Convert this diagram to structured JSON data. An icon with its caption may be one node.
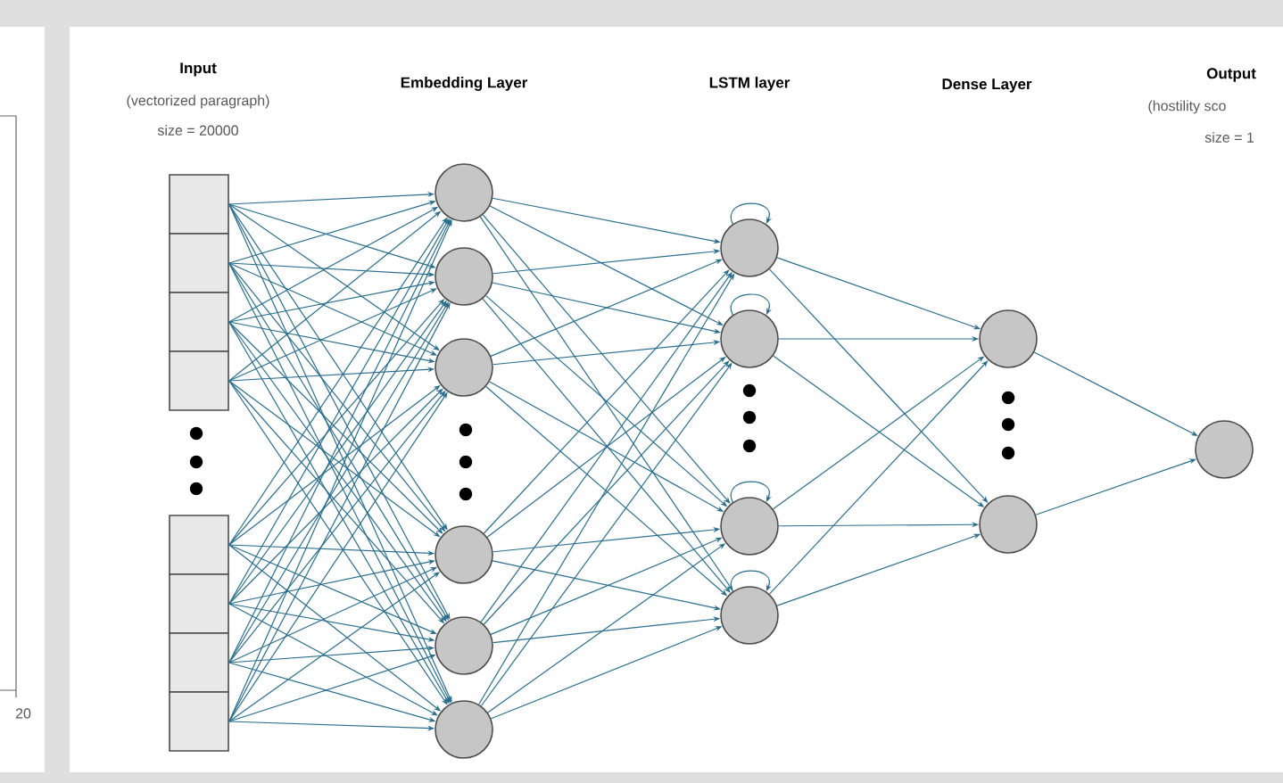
{
  "diagram": {
    "nodes": [
      {
        "text": [],
        "shape": "box"
      },
      {
        "text": [],
        "shape": "box"
      },
      {
        "text": [],
        "shape": "box"
      },
      {
        "text": [],
        "shape": "box"
      },
      {
        "text": [],
        "shape": "box"
      },
      {
        "text": [],
        "shape": "box"
      },
      {
        "text": [],
        "shape": "box"
      },
      {
        "text": [],
        "shape": "box"
      },
      {
        "text": [],
        "shape": "circle"
      },
      {
        "text": [],
        "shape": "circle"
      },
      {
        "text": [],
        "shape": "circle"
      },
      {
        "text": [],
        "shape": "circle"
      },
      {
        "text": [],
        "shape": "circle"
      },
      {
        "text": [],
        "shape": "circle"
      },
      {
        "text": [],
        "shape": "circle"
      },
      {
        "text": [],
        "shape": "circle"
      },
      {
        "text": [],
        "shape": "circle"
      },
      {
        "text": [],
        "shape": "circle"
      },
      {
        "text": [],
        "shape": "circle"
      },
      {
        "text": [],
        "shape": "circle"
      },
      {
        "text": [],
        "shape": "circle"
      }
    ],
    "edges": [
      {
        "from": 0,
        "to": 8,
        "arrow": "to"
      },
      {
        "from": 0,
        "to": 9,
        "arrow": "to"
      },
      {
        "from": 0,
        "to": 10,
        "arrow": "to"
      },
      {
        "from": 0,
        "to": 11,
        "arrow": "to"
      },
      {
        "from": 0,
        "to": 12,
        "arrow": "to"
      },
      {
        "from": 0,
        "to": 13,
        "arrow": "to"
      },
      {
        "from": 1,
        "to": 8,
        "arrow": "to"
      },
      {
        "from": 1,
        "to": 9,
        "arrow": "to"
      },
      {
        "from": 1,
        "to": 10,
        "arrow": "to"
      },
      {
        "from": 1,
        "to": 11,
        "arrow": "to"
      },
      {
        "from": 1,
        "to": 12,
        "arrow": "to"
      },
      {
        "from": 1,
        "to": 13,
        "arrow": "to"
      },
      {
        "from": 2,
        "to": 8,
        "arrow": "to"
      },
      {
        "from": 2,
        "to": 9,
        "arrow": "to"
      },
      {
        "from": 2,
        "to": 10,
        "arrow": "to"
      },
      {
        "from": 2,
        "to": 11,
        "arrow": "to"
      },
      {
        "from": 2,
        "to": 12,
        "arrow": "to"
      },
      {
        "from": 2,
        "to": 13,
        "arrow": "to"
      },
      {
        "from": 3,
        "to": 8,
        "arrow": "to"
      },
      {
        "from": 3,
        "to": 9,
        "arrow": "to"
      },
      {
        "from": 3,
        "to": 10,
        "arrow": "to"
      },
      {
        "from": 3,
        "to": 11,
        "arrow": "to"
      },
      {
        "from": 3,
        "to": 12,
        "arrow": "to"
      },
      {
        "from": 3,
        "to": 13,
        "arrow": "to"
      },
      {
        "from": 4,
        "to": 8,
        "arrow": "to"
      },
      {
        "from": 4,
        "to": 9,
        "arrow": "to"
      },
      {
        "from": 4,
        "to": 10,
        "arrow": "to"
      },
      {
        "from": 4,
        "to": 11,
        "arrow": "to"
      },
      {
        "from": 4,
        "to": 12,
        "arrow": "to"
      },
      {
        "from": 4,
        "to": 13,
        "arrow": "to"
      },
      {
        "from": 5,
        "to": 8,
        "arrow": "to"
      },
      {
        "from": 5,
        "to": 9,
        "arrow": "to"
      },
      {
        "from": 5,
        "to": 10,
        "arrow": "to"
      },
      {
        "from": 5,
        "to": 11,
        "arrow": "to"
      },
      {
        "from": 5,
        "to": 12,
        "arrow": "to"
      },
      {
        "from": 5,
        "to": 13,
        "arrow": "to"
      },
      {
        "from": 6,
        "to": 8,
        "arrow": "to"
      },
      {
        "from": 6,
        "to": 9,
        "arrow": "to"
      },
      {
        "from": 6,
        "to": 10,
        "arrow": "to"
      },
      {
        "from": 6,
        "to": 11,
        "arrow": "to"
      },
      {
        "from": 6,
        "to": 12,
        "arrow": "to"
      },
      {
        "from": 6,
        "to": 13,
        "arrow": "to"
      },
      {
        "from": 7,
        "to": 8,
        "arrow": "to"
      },
      {
        "from": 7,
        "to": 9,
        "arrow": "to"
      },
      {
        "from": 7,
        "to": 10,
        "arrow": "to"
      },
      {
        "from": 7,
        "to": 11,
        "arrow": "to"
      },
      {
        "from": 7,
        "to": 12,
        "arrow": "to"
      },
      {
        "from": 7,
        "to": 13,
        "arrow": "to"
      },
      {
        "from": 8,
        "to": 14,
        "arrow": "to"
      },
      {
        "from": 8,
        "to": 15,
        "arrow": "to"
      },
      {
        "from": 8,
        "to": 16,
        "arrow": "to"
      },
      {
        "from": 8,
        "to": 17,
        "arrow": "to"
      },
      {
        "from": 9,
        "to": 14,
        "arrow": "to"
      },
      {
        "from": 9,
        "to": 15,
        "arrow": "to"
      },
      {
        "from": 9,
        "to": 16,
        "arrow": "to"
      },
      {
        "from": 9,
        "to": 17,
        "arrow": "to"
      },
      {
        "from": 10,
        "to": 14,
        "arrow": "to"
      },
      {
        "from": 10,
        "to": 15,
        "arrow": "to"
      },
      {
        "from": 10,
        "to": 16,
        "arrow": "to"
      },
      {
        "from": 10,
        "to": 17,
        "arrow": "to"
      },
      {
        "from": 11,
        "to": 14,
        "arrow": "to"
      },
      {
        "from": 11,
        "to": 15,
        "arrow": "to"
      },
      {
        "from": 11,
        "to": 16,
        "arrow": "to"
      },
      {
        "from": 11,
        "to": 17,
        "arrow": "to"
      },
      {
        "from": 12,
        "to": 14,
        "arrow": "to"
      },
      {
        "from": 12,
        "to": 15,
        "arrow": "to"
      },
      {
        "from": 12,
        "to": 16,
        "arrow": "to"
      },
      {
        "from": 12,
        "to": 17,
        "arrow": "to"
      },
      {
        "from": 13,
        "to": 14,
        "arrow": "to"
      },
      {
        "from": 13,
        "to": 15,
        "arrow": "to"
      },
      {
        "from": 13,
        "to": 16,
        "arrow": "to"
      },
      {
        "from": 13,
        "to": 17,
        "arrow": "to"
      },
      {
        "from": 14,
        "to": 14,
        "arrow": "to"
      },
      {
        "from": 15,
        "to": 15,
        "arrow": "to"
      },
      {
        "from": 16,
        "to": 16,
        "arrow": "to"
      },
      {
        "from": 17,
        "to": 17,
        "arrow": "to"
      },
      {
        "from": 14,
        "to": 18,
        "arrow": "to"
      },
      {
        "from": 14,
        "to": 19,
        "arrow": "to"
      },
      {
        "from": 15,
        "to": 18,
        "arrow": "to"
      },
      {
        "from": 15,
        "to": 19,
        "arrow": "to"
      },
      {
        "from": 16,
        "to": 18,
        "arrow": "to"
      },
      {
        "from": 16,
        "to": 19,
        "arrow": "to"
      },
      {
        "from": 17,
        "to": 18,
        "arrow": "to"
      },
      {
        "from": 17,
        "to": 19,
        "arrow": "to"
      },
      {
        "from": 18,
        "to": 20,
        "arrow": "to"
      },
      {
        "from": 19,
        "to": 20,
        "arrow": "to"
      }
    ],
    "labels": [
      "Input",
      "(vectorized paragraph)",
      "size = 20000",
      "Embedding Layer",
      "LSTM layer",
      "Dense Layer",
      "Output",
      "(hostility sco",
      "size = 1",
      "20"
    ]
  }
}
